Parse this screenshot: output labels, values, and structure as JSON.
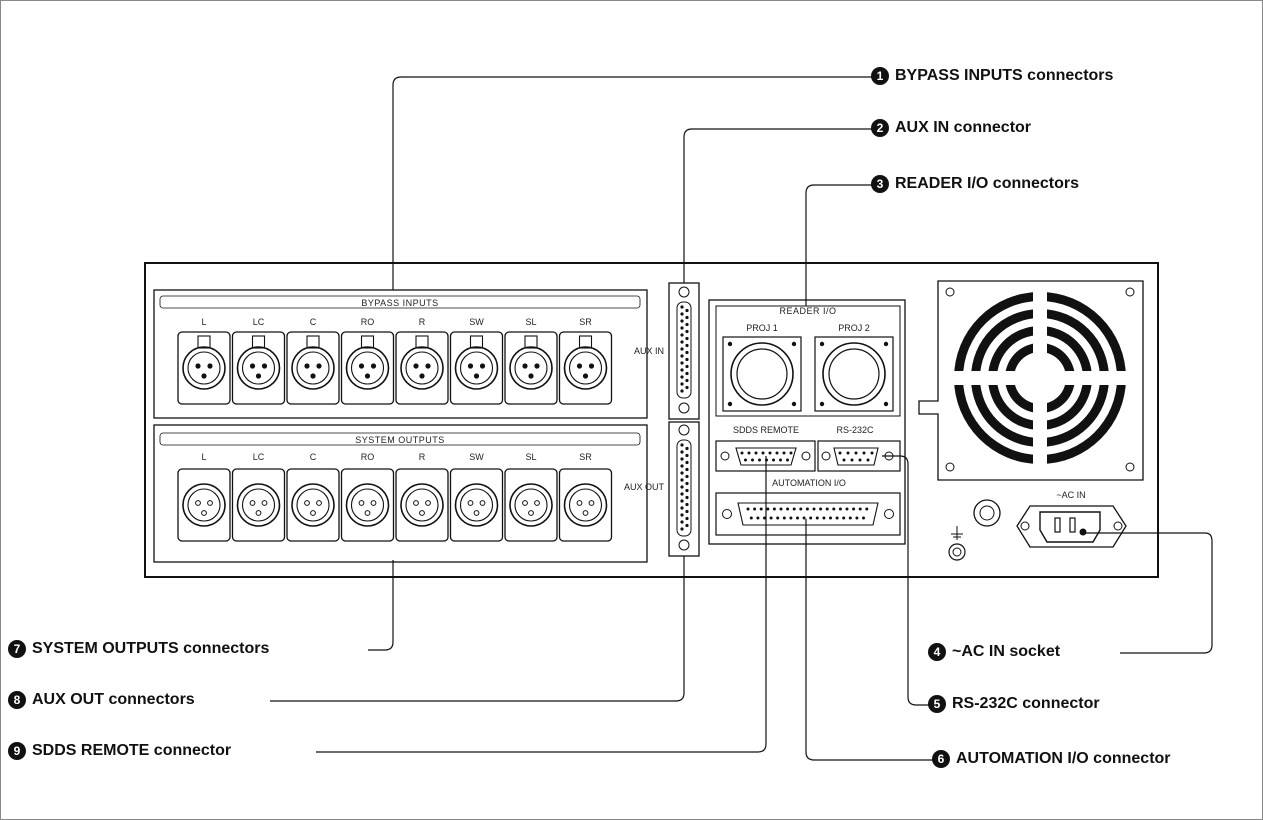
{
  "panel": {
    "bypass_inputs_title": "BYPASS INPUTS",
    "system_outputs_title": "SYSTEM OUTPUTS",
    "channels": [
      "L",
      "LC",
      "C",
      "RO",
      "R",
      "SW",
      "SL",
      "SR"
    ],
    "aux_in_label": "AUX IN",
    "aux_out_label": "AUX OUT",
    "reader_io_title": "READER I/O",
    "proj1_label": "PROJ 1",
    "proj2_label": "PROJ 2",
    "sdds_remote_label": "SDDS REMOTE",
    "rs232c_label": "RS-232C",
    "automation_io_label": "AUTOMATION I/O",
    "ac_in_label": "~AC IN"
  },
  "callouts": [
    {
      "num": "1",
      "label": "BYPASS INPUTS connectors"
    },
    {
      "num": "2",
      "label": "AUX IN connector"
    },
    {
      "num": "3",
      "label": "READER I/O connectors"
    },
    {
      "num": "4",
      "label": "~AC IN socket"
    },
    {
      "num": "5",
      "label": "RS-232C connector"
    },
    {
      "num": "6",
      "label": "AUTOMATION I/O connector"
    },
    {
      "num": "7",
      "label": "SYSTEM OUTPUTS connectors"
    },
    {
      "num": "8",
      "label": "AUX OUT connectors"
    },
    {
      "num": "9",
      "label": "SDDS REMOTE connector"
    }
  ]
}
